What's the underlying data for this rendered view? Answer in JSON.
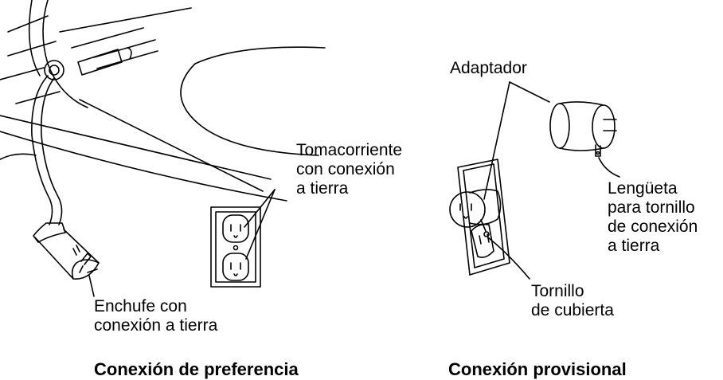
{
  "left_panel": {
    "outlet_label": [
      "Tomacorriente",
      "con conexión",
      "a tierra"
    ],
    "plug_label": [
      "Enchufe con",
      "conexión a tierra"
    ],
    "caption": "Conexión de preferencia"
  },
  "right_panel": {
    "adapter_label": "Adaptador",
    "tab_label": [
      "Lengüeta",
      "para tornillo",
      "de conexión",
      "a tierra"
    ],
    "screw_label": [
      "Tornillo",
      "de cubierta"
    ],
    "caption": "Conexión provisional"
  }
}
